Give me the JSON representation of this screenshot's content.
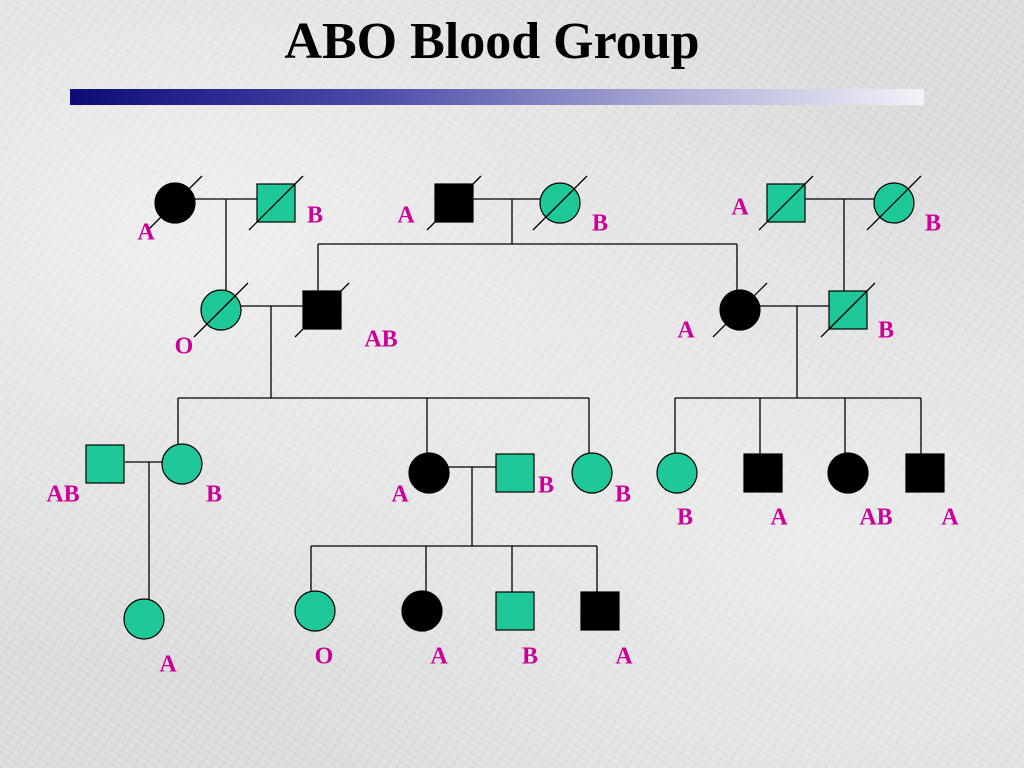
{
  "title": "ABO Blood Group",
  "colors": {
    "affected": "#000000",
    "carrier_fill": "#1ec898",
    "line": "#000000",
    "label": "#cc0099",
    "title_bar_start": "#0c0c78",
    "title_bar_end": "#f2f2f8"
  },
  "legend_note": "",
  "individuals": [
    {
      "id": "g1a",
      "sex": "female",
      "fill": "black",
      "deceased": true,
      "blood_type": "A"
    },
    {
      "id": "g1b",
      "sex": "male",
      "fill": "green",
      "deceased": true,
      "blood_type": "B"
    },
    {
      "id": "g1c",
      "sex": "male",
      "fill": "black",
      "deceased": true,
      "blood_type": "A"
    },
    {
      "id": "g1d",
      "sex": "female",
      "fill": "green",
      "deceased": true,
      "blood_type": "B"
    },
    {
      "id": "g1e",
      "sex": "male",
      "fill": "green",
      "deceased": true,
      "blood_type": "A"
    },
    {
      "id": "g1f",
      "sex": "female",
      "fill": "green",
      "deceased": true,
      "blood_type": "B"
    },
    {
      "id": "g2a",
      "sex": "female",
      "fill": "green",
      "deceased": true,
      "blood_type": "O"
    },
    {
      "id": "g2b",
      "sex": "male",
      "fill": "black",
      "deceased": true,
      "blood_type": "AB"
    },
    {
      "id": "g2c",
      "sex": "female",
      "fill": "black",
      "deceased": true,
      "blood_type": "A"
    },
    {
      "id": "g2d",
      "sex": "male",
      "fill": "green",
      "deceased": true,
      "blood_type": "B"
    },
    {
      "id": "g3a",
      "sex": "male",
      "fill": "green",
      "deceased": false,
      "blood_type": "AB"
    },
    {
      "id": "g3b",
      "sex": "female",
      "fill": "green",
      "deceased": false,
      "blood_type": "B"
    },
    {
      "id": "g3c",
      "sex": "female",
      "fill": "black",
      "deceased": false,
      "blood_type": "A"
    },
    {
      "id": "g3d",
      "sex": "male",
      "fill": "green",
      "deceased": false,
      "blood_type": "B"
    },
    {
      "id": "g3e",
      "sex": "female",
      "fill": "green",
      "deceased": false,
      "blood_type": "B"
    },
    {
      "id": "g3f",
      "sex": "female",
      "fill": "green",
      "deceased": false,
      "blood_type": "B"
    },
    {
      "id": "g3g",
      "sex": "male",
      "fill": "black",
      "deceased": false,
      "blood_type": "A"
    },
    {
      "id": "g3h",
      "sex": "female",
      "fill": "black",
      "deceased": false,
      "blood_type": "AB"
    },
    {
      "id": "g3i",
      "sex": "male",
      "fill": "black",
      "deceased": false,
      "blood_type": "A"
    },
    {
      "id": "g4a",
      "sex": "female",
      "fill": "green",
      "deceased": false,
      "blood_type": "A"
    },
    {
      "id": "g4b",
      "sex": "female",
      "fill": "green",
      "deceased": false,
      "blood_type": "O"
    },
    {
      "id": "g4c",
      "sex": "female",
      "fill": "black",
      "deceased": false,
      "blood_type": "A"
    },
    {
      "id": "g4d",
      "sex": "male",
      "fill": "green",
      "deceased": false,
      "blood_type": "B"
    },
    {
      "id": "g4e",
      "sex": "male",
      "fill": "black",
      "deceased": false,
      "blood_type": "A"
    }
  ]
}
